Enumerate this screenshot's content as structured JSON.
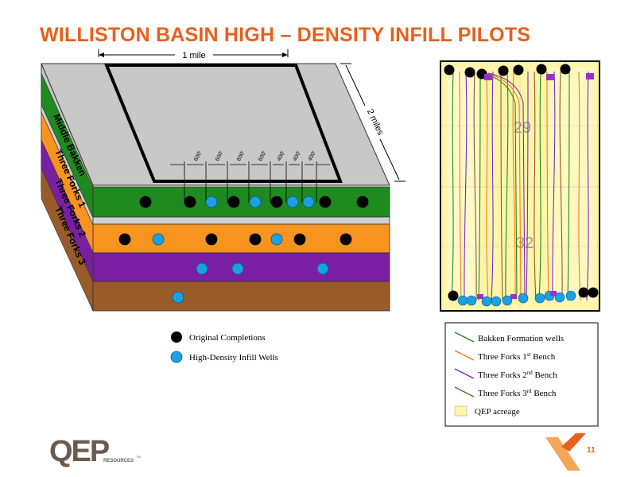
{
  "slide": {
    "title": "WILLISTON BASIN HIGH – DENSITY INFILL PILOTS",
    "page_number": "11"
  },
  "block_diagram": {
    "width_label": "1 mile",
    "length_label": "2 miles",
    "spacing_labels": [
      "600'",
      "600'",
      "600'",
      "600'",
      "400'",
      "400'",
      "400'"
    ],
    "layers": [
      {
        "name": "Middle Bakken",
        "color": "#1F8A1F"
      },
      {
        "name": "Three Forks 1",
        "color": "#F7931E"
      },
      {
        "name": "Three Forks 2",
        "color": "#7A1FA2"
      },
      {
        "name": "Three Forks 3",
        "color": "#9A5B2A"
      }
    ],
    "legend": {
      "original_label": "Original Completions",
      "infill_label": "High-Density Infill Wells",
      "original_color": "#000000",
      "infill_color": "#1BA1E2"
    }
  },
  "map": {
    "section_labels": [
      "29",
      "32"
    ],
    "acreage_color": "#FFF5A8"
  },
  "map_legend": {
    "items": [
      {
        "label": "Bakken Formation wells",
        "color": "#1E8B1E"
      },
      {
        "label": "Three Forks 1",
        "sup": "st",
        "suffix": " Bench",
        "color": "#F47A20"
      },
      {
        "label": "Three Forks 2",
        "sup": "nd",
        "suffix": " Bench",
        "color": "#7A2BBE"
      },
      {
        "label": "Three Forks 3",
        "sup": "rd",
        "suffix": " Bench",
        "color": "#8B5A2B"
      }
    ],
    "acreage_label": "QEP acreage"
  },
  "logo": {
    "text": "QEP",
    "subtext": "RESOURCES",
    "tm": "TM",
    "color": "#6B5A4E",
    "accent_color": "#E8601C"
  }
}
